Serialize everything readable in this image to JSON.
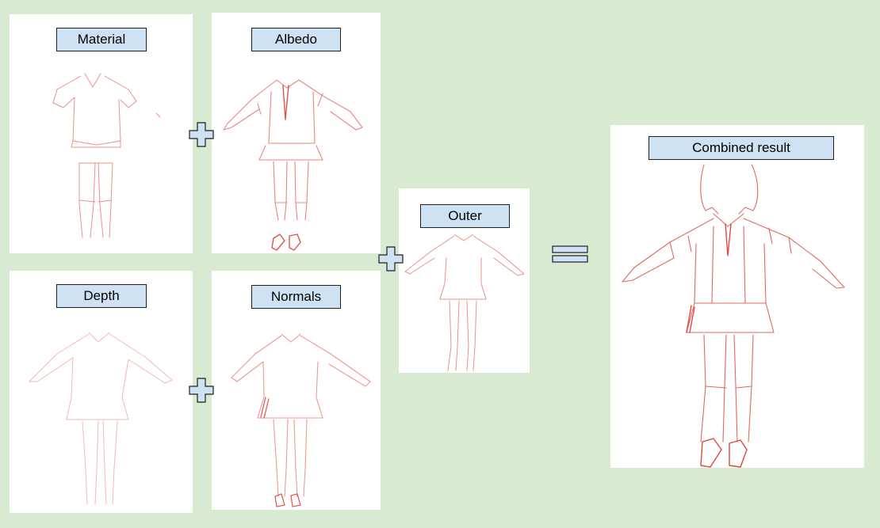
{
  "panels": {
    "material": {
      "label": "Material"
    },
    "albedo": {
      "label": "Albedo"
    },
    "depth": {
      "label": "Depth"
    },
    "normals": {
      "label": "Normals"
    },
    "outer": {
      "label": "Outer"
    },
    "combined": {
      "label": "Combined result"
    }
  },
  "colors": {
    "background": "#d9ead3",
    "label_fill": "#cfe2f3",
    "operator_fill": "#cfe2f3",
    "sketch_stroke": "#d9362b"
  },
  "operators": [
    "plus",
    "plus",
    "plus",
    "equals"
  ]
}
